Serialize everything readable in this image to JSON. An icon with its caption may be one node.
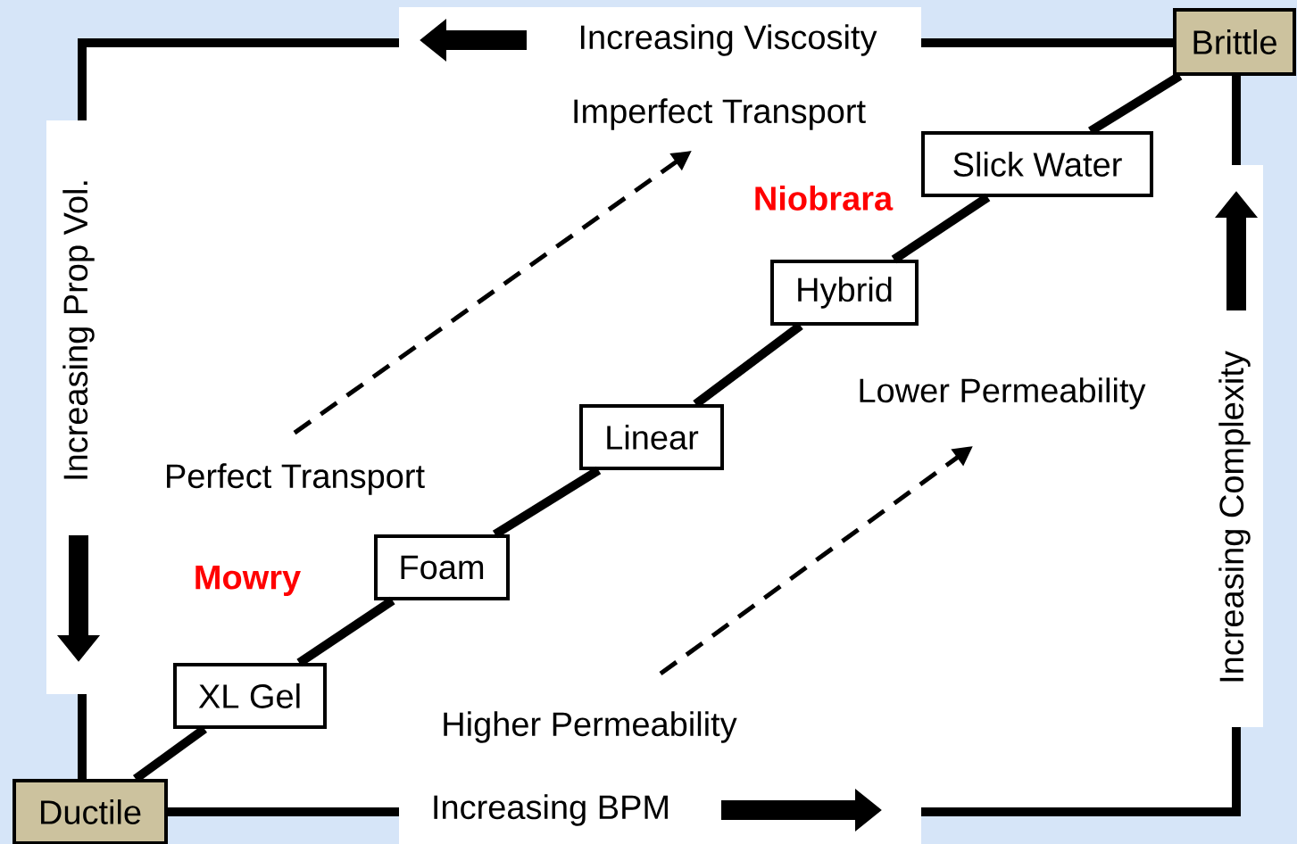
{
  "diagram": {
    "nodes": [
      {
        "text": [
          "Ductile"
        ]
      },
      {
        "text": [
          "XL Gel"
        ]
      },
      {
        "text": [
          "Foam"
        ]
      },
      {
        "text": [
          "Linear"
        ]
      },
      {
        "text": [
          "Hybrid"
        ]
      },
      {
        "text": [
          "Slick Water"
        ]
      },
      {
        "text": [
          "Brittle"
        ]
      },
      {
        "text": [
          "Perfect Transport"
        ]
      },
      {
        "text": [
          "Imperfect Transport"
        ]
      },
      {
        "text": [
          "Higher Permeability"
        ]
      },
      {
        "text": [
          "Lower Permeability"
        ]
      }
    ],
    "edges": [
      {
        "from": 0,
        "to": 1,
        "arrow": "none"
      },
      {
        "from": 1,
        "to": 2,
        "arrow": "none"
      },
      {
        "from": 2,
        "to": 3,
        "arrow": "none"
      },
      {
        "from": 3,
        "to": 4,
        "arrow": "none"
      },
      {
        "from": 4,
        "to": 5,
        "arrow": "none"
      },
      {
        "from": 5,
        "to": 6,
        "arrow": "none"
      },
      {
        "from": 7,
        "to": 8,
        "arrow": "to",
        "style": "dashed"
      },
      {
        "from": 9,
        "to": 10,
        "arrow": "to",
        "style": "dashed"
      }
    ],
    "labels": [
      "Increasing Viscosity",
      "Increasing Prop Vol.",
      "Niobrara",
      "Increasing Complexity",
      "Mowry",
      "Increasing BPM"
    ]
  }
}
